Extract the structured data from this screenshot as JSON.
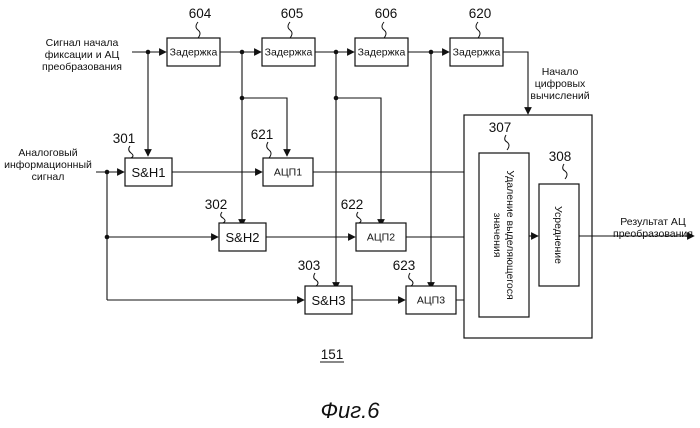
{
  "blocks": {
    "delay1": "Задержка",
    "delay2": "Задержка",
    "delay3": "Задержка",
    "delay4": "Задержка",
    "sh1": "S&H1",
    "sh2": "S&H2",
    "sh3": "S&H3",
    "adc1": "АЦП1",
    "adc2": "АЦП2",
    "adc3": "АЦП3",
    "removal_line1": "Удаление выделяющегося",
    "removal_line2": "значения",
    "averaging": "Усреднение"
  },
  "refs": {
    "delay1": "604",
    "delay2": "605",
    "delay3": "606",
    "delay4": "620",
    "sh1": "301",
    "sh2": "302",
    "sh3": "303",
    "adc1": "621",
    "adc2": "622",
    "adc3": "623",
    "processor": "307",
    "averaging": "308"
  },
  "labels": {
    "start_signal": [
      "Сигнал начала",
      "фиксации и АЦ",
      "преобразования"
    ],
    "analog_signal": [
      "Аналоговый",
      "информационный",
      "сигнал"
    ],
    "digital_start": [
      "Начало",
      "цифровых",
      "вычислений"
    ],
    "result": [
      "Результат АЦ",
      "преобразования"
    ]
  },
  "figure_number": "151",
  "caption": "Фиг.6"
}
